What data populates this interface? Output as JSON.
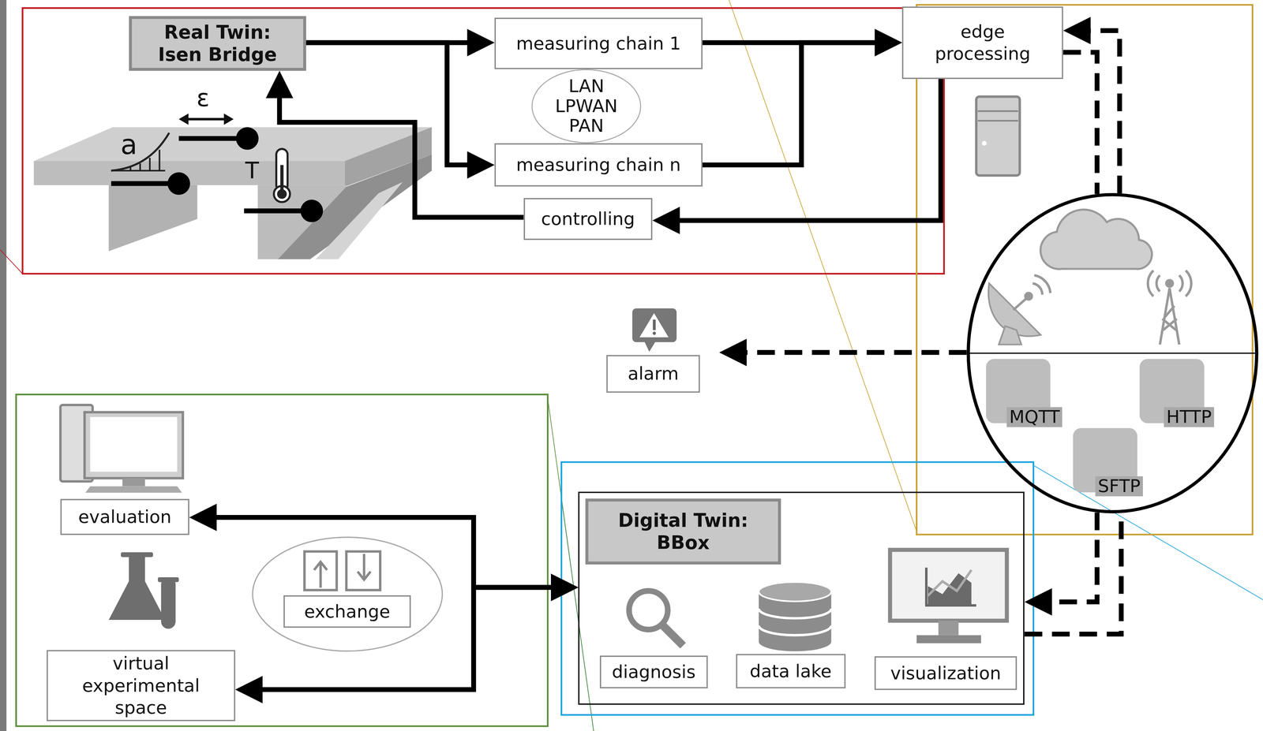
{
  "diagram": {
    "nodes": [
      {
        "text": [
          "Real Twin: Isen Bridge"
        ]
      },
      {
        "text": [
          "measuring chain 1"
        ]
      },
      {
        "text": [
          "LAN LPWAN PAN"
        ]
      },
      {
        "text": [
          "measuring chain n"
        ]
      },
      {
        "text": [
          "controlling"
        ]
      },
      {
        "text": [
          "edge processing"
        ]
      },
      {
        "text": []
      },
      {
        "text": [
          "MQTT"
        ],
        "in": 6
      },
      {
        "text": [
          "HTTP"
        ],
        "in": 6
      },
      {
        "text": [
          "SFTP"
        ],
        "in": 6
      },
      {
        "text": [
          "alarm"
        ]
      },
      {
        "text": [
          "evaluation"
        ]
      },
      {
        "text": [
          "exchange"
        ]
      },
      {
        "text": [
          "virtual experimental space"
        ]
      },
      {
        "text": [
          "Digital Twin: BBox"
        ]
      },
      {
        "text": [
          "diagnosis"
        ],
        "in": 14
      },
      {
        "text": [
          "data lake"
        ],
        "in": 14
      },
      {
        "text": [
          "visualization"
        ],
        "in": 14
      }
    ],
    "edges": [
      {
        "from": 0,
        "to": 1,
        "arrow": "to"
      },
      {
        "from": 0,
        "to": 3,
        "arrow": "to"
      },
      {
        "from": 1,
        "to": 5,
        "arrow": "to"
      },
      {
        "from": 3,
        "to": 5,
        "arrow": "to"
      },
      {
        "from": 5,
        "to": 4,
        "arrow": "to"
      },
      {
        "from": 4,
        "to": 0,
        "arrow": "to"
      },
      {
        "from": 5,
        "to": 6,
        "arrow": "none"
      },
      {
        "from": 6,
        "to": 5,
        "arrow": "to"
      },
      {
        "from": 6,
        "to": 10,
        "arrow": "to"
      },
      {
        "from": 6,
        "to": 14,
        "arrow": "to"
      },
      {
        "from": 14,
        "to": 6,
        "arrow": "none"
      },
      {
        "from": 11,
        "to": 14,
        "arrow": "both"
      },
      {
        "from": 13,
        "to": 14,
        "arrow": "both"
      }
    ],
    "labels": [
      "ε",
      "a",
      "T"
    ]
  }
}
